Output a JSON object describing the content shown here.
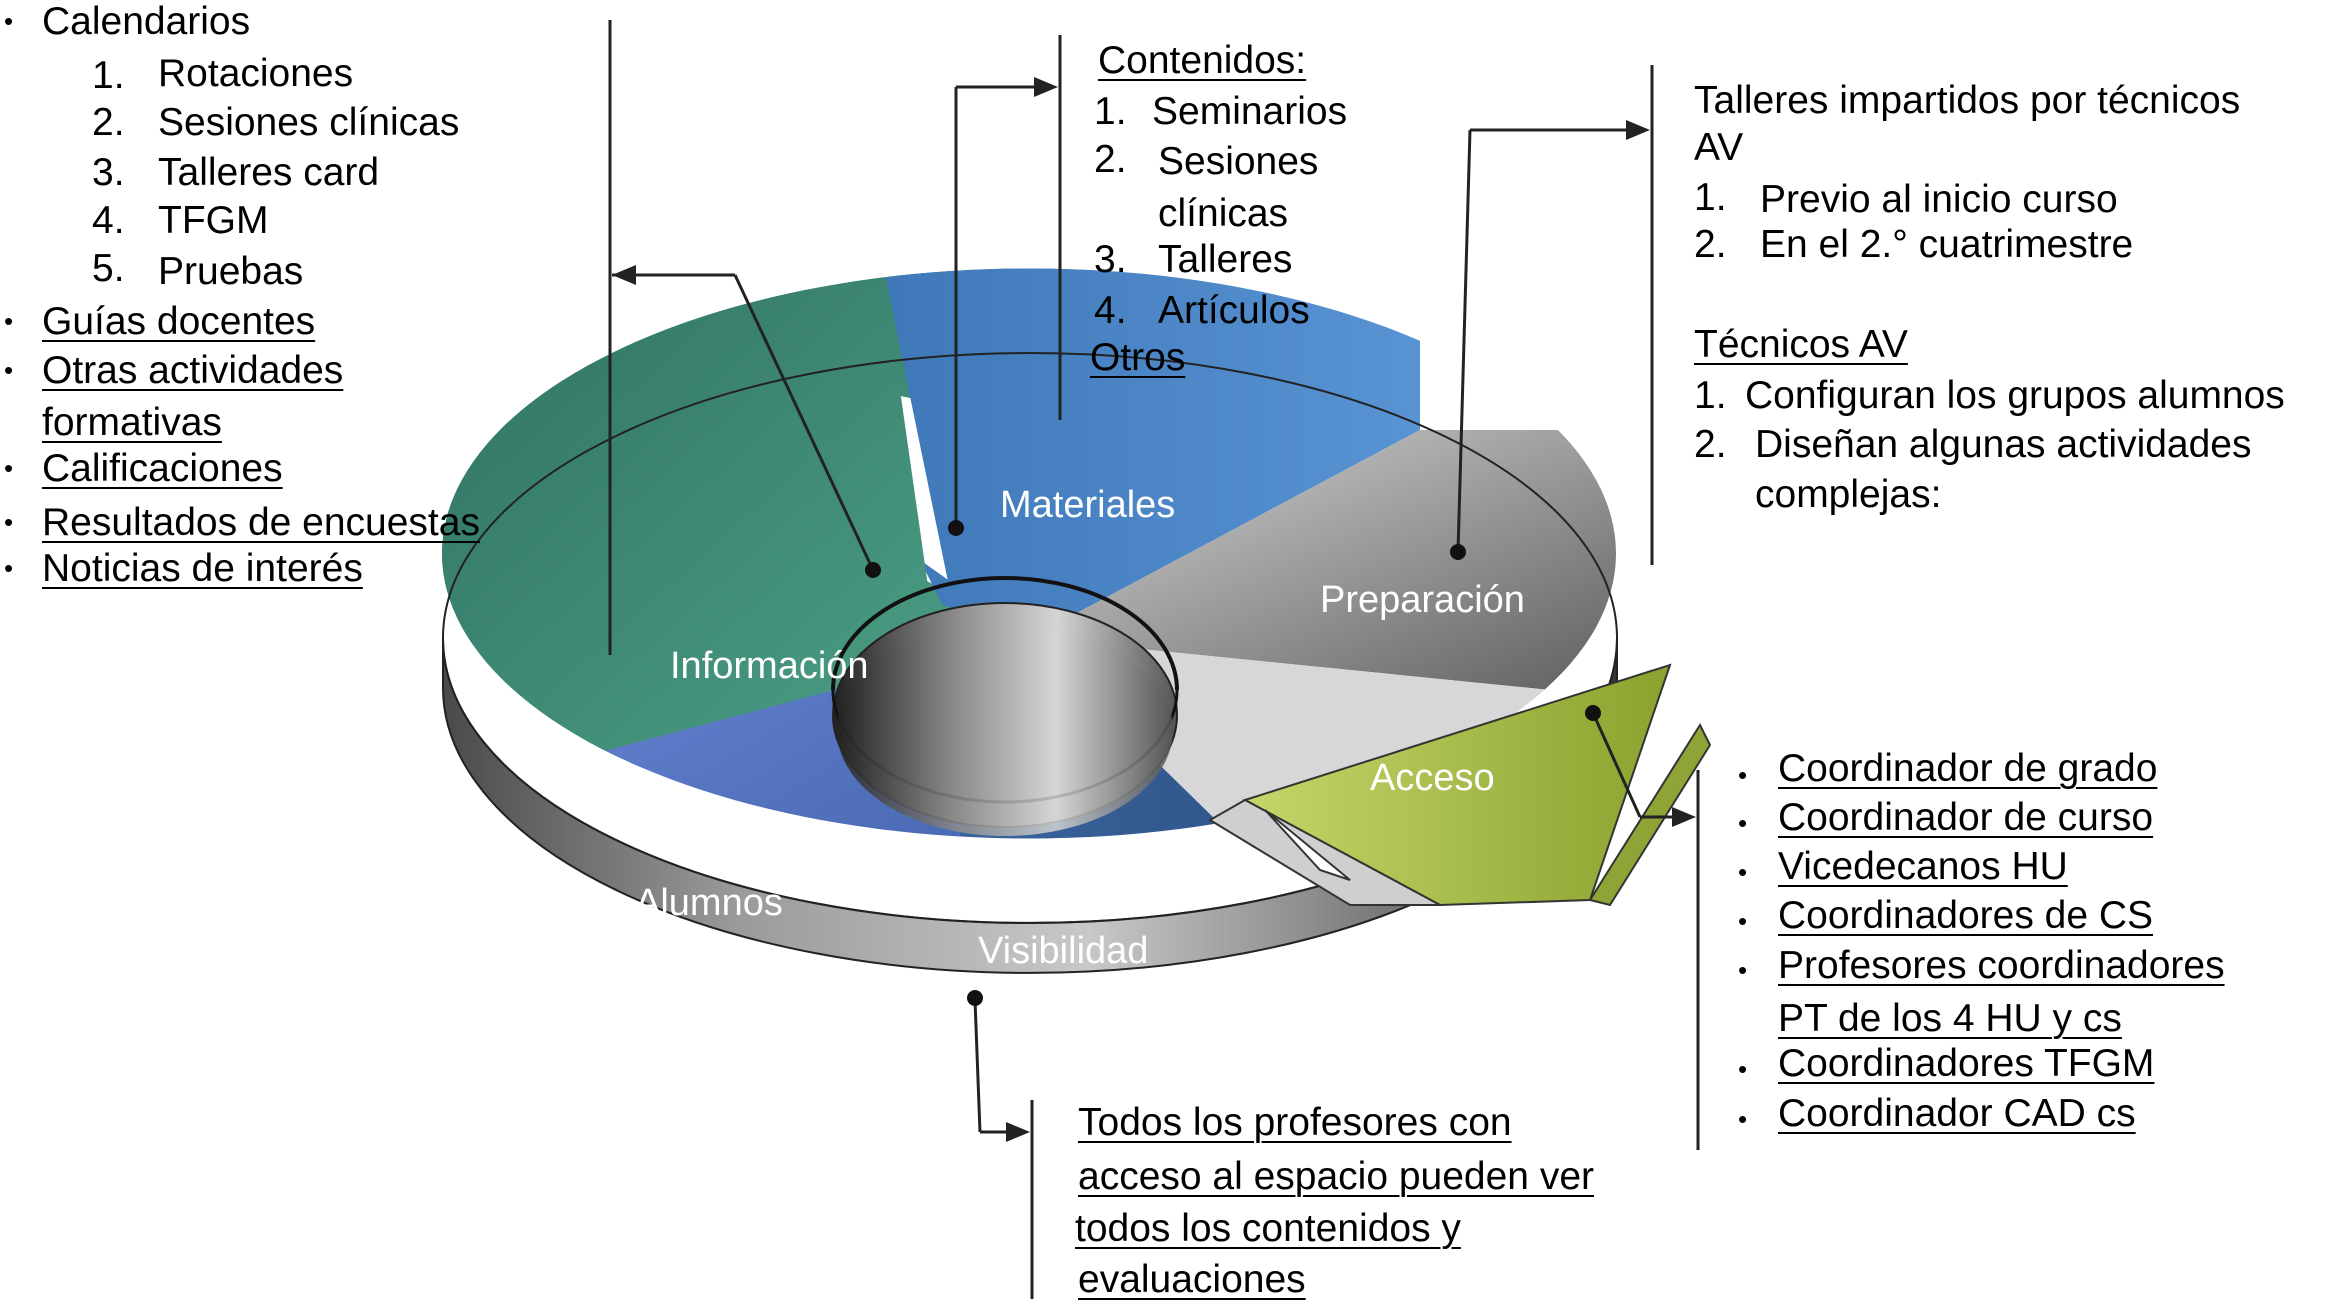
{
  "info_panel": {
    "calendarios": "Calendarios",
    "calendar_items": [
      "Rotaciones",
      "Sesiones clínicas",
      "Talleres card",
      "TFGM",
      "Pruebas"
    ],
    "links": [
      "Guías docentes",
      "Otras actividades",
      "formativas",
      "Calificaciones",
      "Resultados de encuestas",
      "Noticias de interés"
    ]
  },
  "materiales_panel": {
    "title": "Contenidos:",
    "items": [
      "Seminarios",
      "Sesiones",
      "clínicas",
      "Talleres",
      "Artículos"
    ],
    "otros": "Otros"
  },
  "preparacion_panel": {
    "talleres_1": "Talleres impartidos por técnicos",
    "talleres_2": "AV",
    "talleres_items": [
      "Previo al inicio curso",
      "En el 2.° cuatrimestre"
    ],
    "tecnicos_title": "Técnicos AV",
    "tecnicos_items": [
      "Configuran los grupos alumnos",
      "Diseñan algunas actividades",
      "complejas:"
    ]
  },
  "acceso_panel": {
    "items": [
      "Coordinador de grado",
      "Coordinador de curso",
      "Vicedecanos HU",
      "Coordinadores de CS",
      "Profesores coordinadores",
      "PT de los 4 HU y cs",
      "Coordinadores TFGM",
      "Coordinador CAD cs"
    ]
  },
  "visibilidad_panel": {
    "lines": [
      "Todos los profesores con",
      "acceso al espacio pueden ver",
      "todos los contenidos y",
      "evaluaciones"
    ]
  },
  "ring": {
    "segments": [
      {
        "label": "Materiales",
        "color": "#4f86c6"
      },
      {
        "label": "Preparación",
        "color": "#a6a6a6"
      },
      {
        "label": "Información",
        "color": "#3f8a78"
      },
      {
        "label": "Acceso",
        "color": "#9cb83a"
      },
      {
        "label": "Alumnos",
        "color": "#5876c8"
      },
      {
        "label": "Visibilidad",
        "color": "#3d6aa6"
      }
    ]
  }
}
